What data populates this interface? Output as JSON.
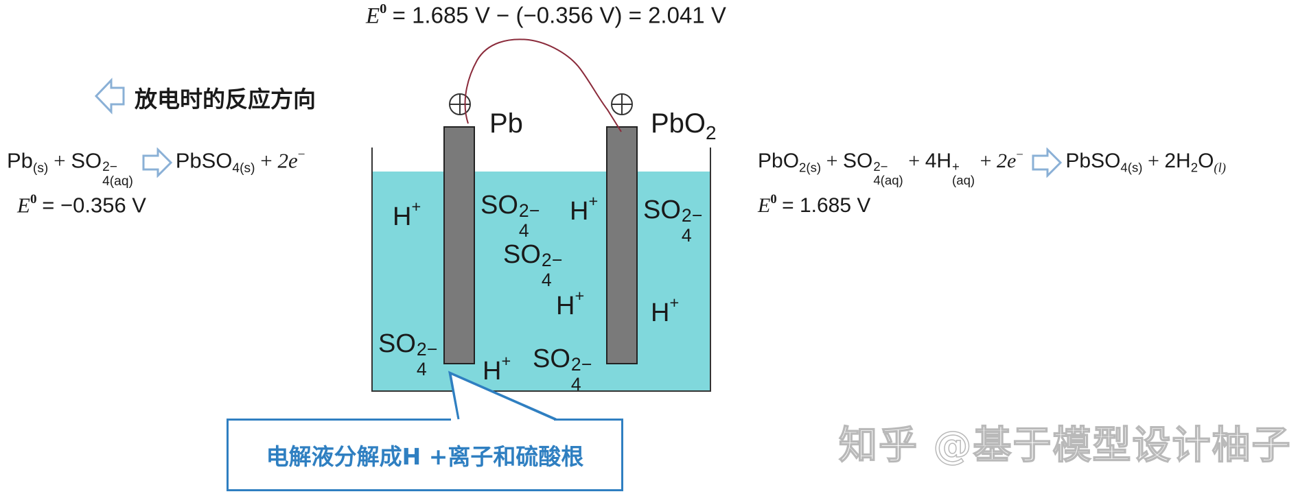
{
  "top_equation": {
    "symbol": "E",
    "superscript": "0",
    "expression": "= 1.685 V − (−0.356 V) = 2.041 V"
  },
  "discharge_direction": {
    "label": "放电时的反应方向",
    "arrow_icon": "left-arrow-icon"
  },
  "left_reaction": {
    "reactant1": "Pb",
    "reactant1_state": "(s)",
    "plus1": "+",
    "reactant2": "SO",
    "reactant2_sub": "4(aq)",
    "reactant2_sup": "2−",
    "product1": "PbSO",
    "product1_sub": "4(s)",
    "plus2": "+",
    "product2": "2e",
    "product2_sup": "−",
    "potential_symbol": "E",
    "potential_sup": "0",
    "potential_value": "= −0.356 V"
  },
  "right_reaction": {
    "reactant1": "PbO",
    "reactant1_sub": "2(s)",
    "plus1": "+",
    "reactant2": "SO",
    "reactant2_sub": "4(aq)",
    "reactant2_sup": "2−",
    "plus2": "+",
    "reactant3": "4H",
    "reactant3_sub": "(aq)",
    "reactant3_sup": "+",
    "plus3": "+",
    "reactant4": "2e",
    "reactant4_sup": "−",
    "product1": "PbSO",
    "product1_sub": "4(s)",
    "plus4": "+",
    "product2": "2H",
    "product2_sub": "2",
    "product2_tail": "O",
    "product2_state": "(l)",
    "potential_symbol": "E",
    "potential_sup": "0",
    "potential_value": "= 1.685 V"
  },
  "electrodes": {
    "left_label": "Pb",
    "right_label": "PbO",
    "right_label_sub": "2"
  },
  "ions": {
    "h_base": "H",
    "h_charge": "+",
    "so4_base": "SO",
    "so4_sub": "4",
    "so4_charge": "2−"
  },
  "callout": {
    "text": "电解液分解成H +离子和硫酸根"
  },
  "watermark": {
    "text": "知乎 @基于模型设计柚子"
  },
  "colors": {
    "electrolyte": "#80d8dc",
    "electrode": "#7a7a7a",
    "wire": "#8a2a3a",
    "callout": "#2f7fc1",
    "arrow_outline": "#8ab0d6"
  }
}
